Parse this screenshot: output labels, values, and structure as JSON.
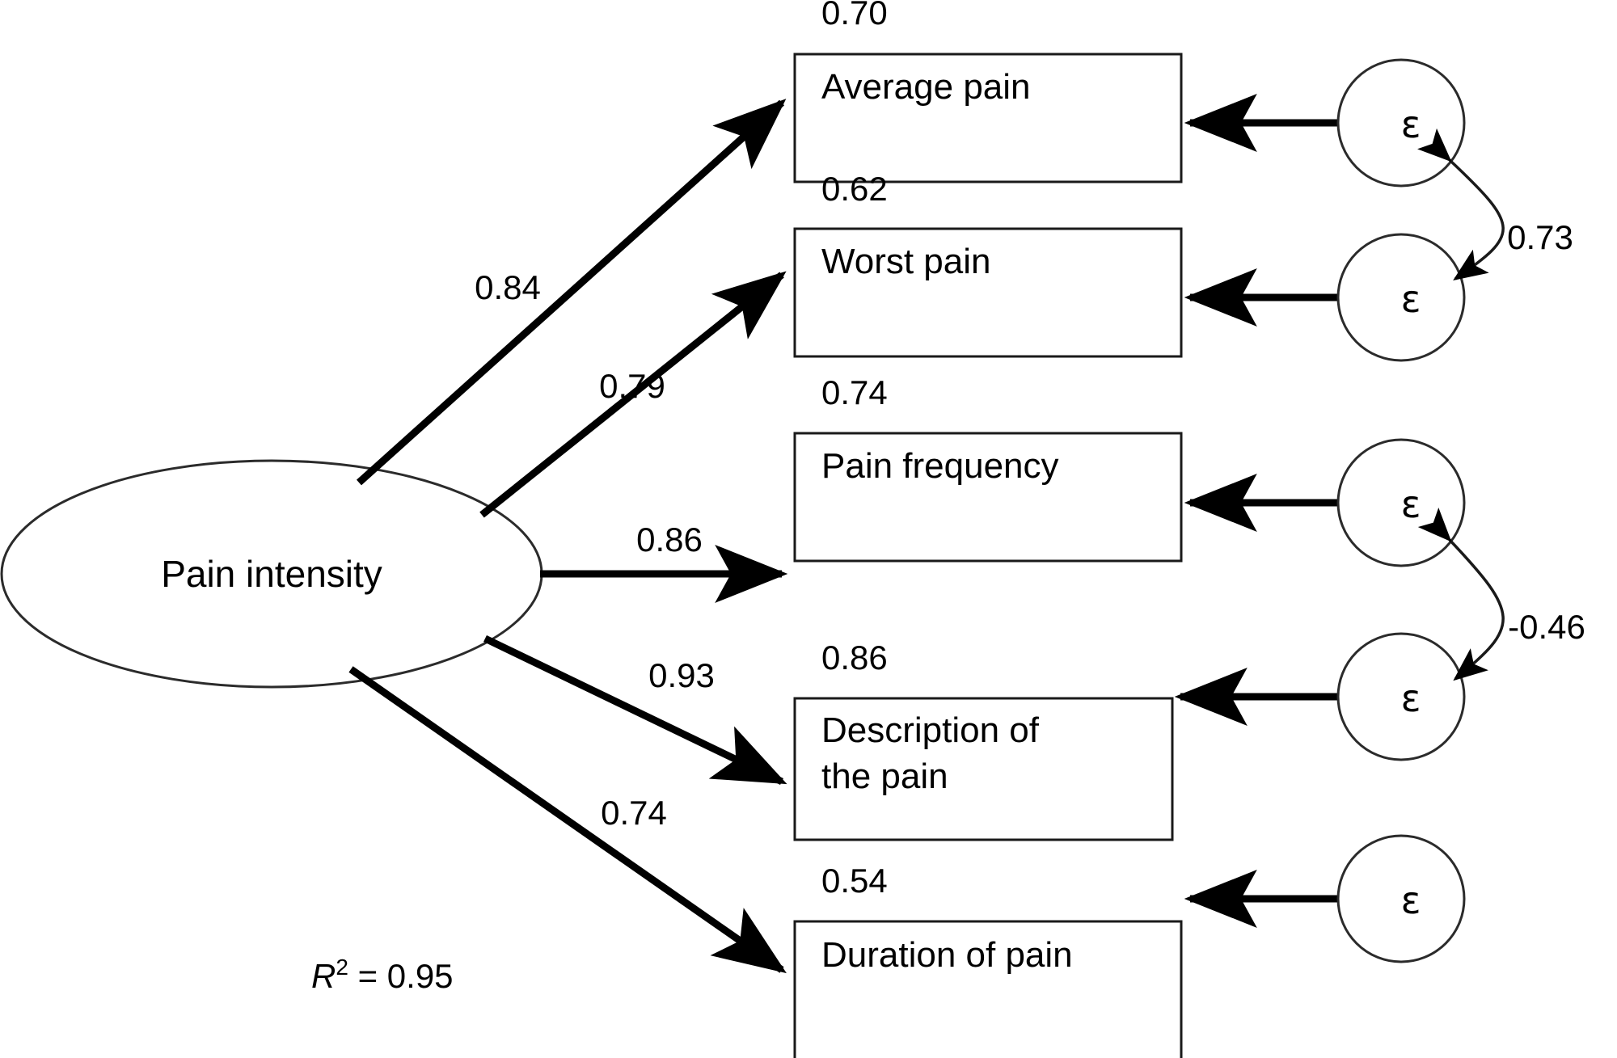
{
  "diagram": {
    "type": "structural-equation-model",
    "latent_variable": {
      "name": "Pain intensity",
      "shape": "ellipse"
    },
    "fit_statistic": {
      "symbol": "R",
      "exponent": "2",
      "separator": " = ",
      "value": "0.95",
      "full_text": "R2 = 0.95"
    },
    "error_symbol": "ε",
    "indicators": [
      {
        "id": "average-pain",
        "label": "Average pain",
        "label_line1": "Average pain",
        "label_line2": "",
        "loading": "0.84",
        "residual": "0.70",
        "error_label": "ε"
      },
      {
        "id": "worst-pain",
        "label": "Worst pain",
        "label_line1": "Worst pain",
        "label_line2": "",
        "loading": "0.79",
        "residual": "0.62",
        "error_label": "ε"
      },
      {
        "id": "pain-frequency",
        "label": "Pain frequency",
        "label_line1": "Pain frequency",
        "label_line2": "",
        "loading": "0.86",
        "residual": "0.74",
        "error_label": "ε"
      },
      {
        "id": "description-of-the-pain",
        "label": "Description of the pain",
        "label_line1": "Description of",
        "label_line2": " the pain",
        "loading": "0.93",
        "residual": "0.86",
        "error_label": "ε"
      },
      {
        "id": "duration-of-pain",
        "label": "Duration of pain",
        "label_line1": "Duration of pain",
        "label_line2": "",
        "loading": "0.74",
        "residual": "0.54",
        "error_label": "ε"
      }
    ],
    "error_correlations": [
      {
        "id": "corr-average-worst",
        "from": "average-pain",
        "to": "worst-pain",
        "value": "0.73"
      },
      {
        "id": "corr-frequency-description",
        "from": "pain-frequency",
        "to": "description-of-the-pain",
        "value": "-0.46"
      }
    ],
    "colors": {
      "background": "#ffffff",
      "stroke": "#000000",
      "box_border": "#1a1a1a",
      "text": "#000000"
    }
  }
}
